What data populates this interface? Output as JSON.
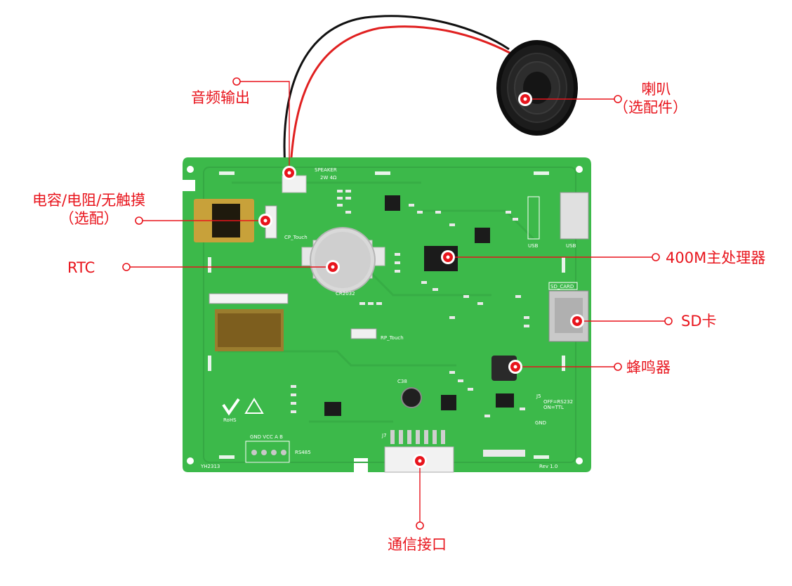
{
  "colors": {
    "callout_red": "#e8141c",
    "board_green": "#3cb94a",
    "board_trace": "#35a843",
    "silkscreen": "#ffffff",
    "chip_black": "#1b1b1b",
    "fpc_gold": "#c8a13a",
    "speaker_black": "#111111",
    "wire_red": "#e02020",
    "wire_black": "#111111"
  },
  "labels": {
    "audio_out": "音频输出",
    "speaker_line1": "喇叭",
    "speaker_line2": "（选配件）",
    "touch_line1": "电容/电阻/无触摸",
    "touch_line2": "（选配）",
    "rtc": "RTC",
    "cpu": "400M主处理器",
    "sd": "SD卡",
    "buzzer": "蜂鸣器",
    "comm": "通信接口"
  },
  "silkscreen": {
    "speaker": "SPEAKER",
    "speaker_spec": "2W 4Ω",
    "cp_touch": "CP_Touch",
    "rp_touch": "RP_Touch",
    "battery": "CR2032",
    "sd_card": "SD_CARD",
    "usb": "USB",
    "rs485": "RS485",
    "pins": "GND VCC A B",
    "rohs": "RoHS",
    "rev": "Rev 1.0",
    "model": "YH2313",
    "off_rs232": "OFF=RS232",
    "on_ttl": "ON=TTL",
    "gnd": "GND",
    "j7": "J7",
    "j5": "J5",
    "c38": "C38"
  },
  "icons": [
    "callout-dot-icon",
    "rohs-check-icon",
    "esd-warning-icon"
  ]
}
